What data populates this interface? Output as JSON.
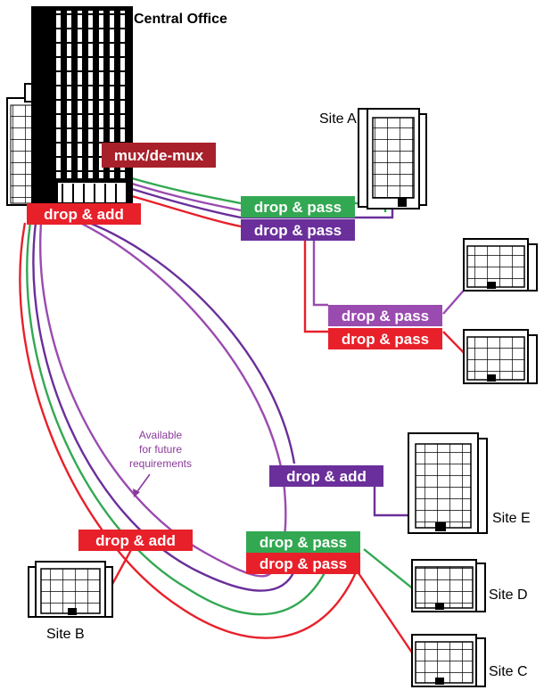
{
  "colors": {
    "green": "#33a852",
    "purple": "#6a2f9a",
    "red": "#e8202a",
    "violet": "#9a4bb0",
    "darkred": "#a8202a",
    "label_purple": "#6a2f9a",
    "label_violet": "#8a3a9a"
  },
  "central_office": {
    "name": "Central Office",
    "mux": "mux/de-mux",
    "add": "drop & add"
  },
  "site_a": {
    "name": "Site A",
    "label_green": "drop & pass",
    "label_purple": "drop & pass"
  },
  "branch": {
    "label_violet": "drop & pass",
    "label_red": "drop & pass"
  },
  "site_b": {
    "name": "Site B",
    "label": "drop & add"
  },
  "site_e": {
    "name": "Site E",
    "label": "drop & add"
  },
  "site_d": {
    "name": "Site D",
    "label": "drop & pass"
  },
  "site_c": {
    "name": "Site C",
    "label": "drop & pass"
  },
  "note": {
    "line1": "Available",
    "line2": "for future",
    "line3": "requirements"
  }
}
